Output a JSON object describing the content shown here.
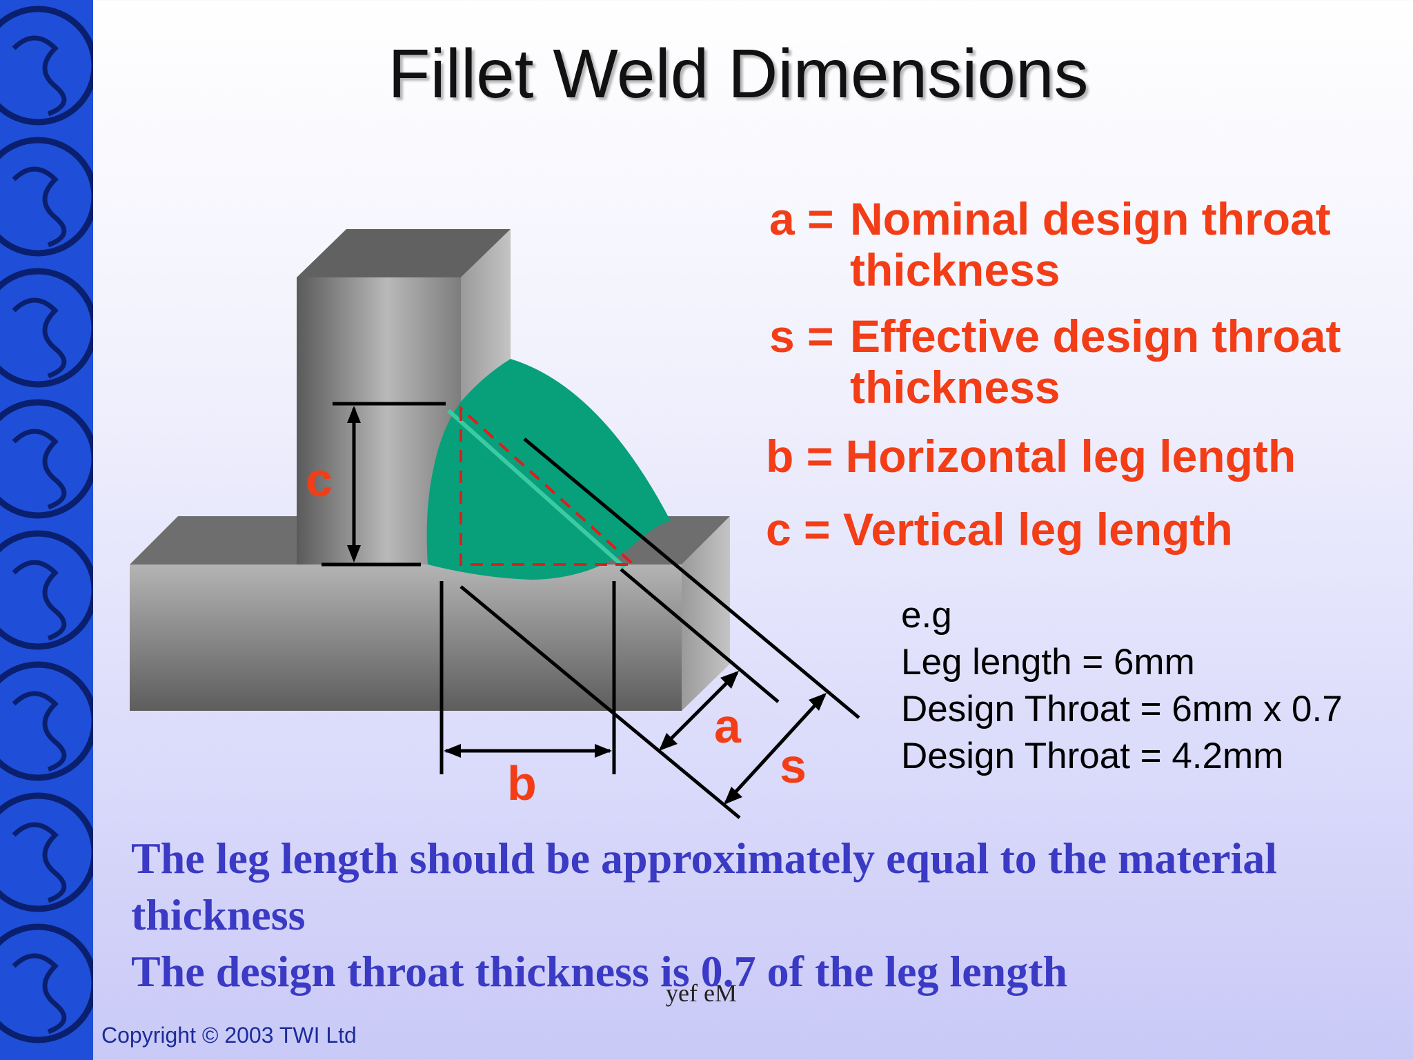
{
  "slide": {
    "title": "Fillet Weld Dimensions",
    "definitions": [
      {
        "key": "a =",
        "line1": "Nominal design throat",
        "line2": "thickness"
      },
      {
        "key": "s =",
        "line1": "Effective design throat",
        "line2": "thickness"
      },
      {
        "key": "b =",
        "line1": "Horizontal leg length",
        "line2": ""
      },
      {
        "key": "c =",
        "line1": "Vertical leg length",
        "line2": ""
      }
    ],
    "diagram_labels": {
      "a": "a",
      "s": "s",
      "b": "b",
      "c": "c"
    },
    "example": {
      "heading": "e.g",
      "lines": [
        "Leg length = 6mm",
        "Design Throat = 6mm x 0.7",
        "Design Throat = 4.2mm"
      ]
    },
    "notes": [
      "The leg length should be approximately equal to the material",
      "thickness",
      "The design throat thickness is 0.7 of the leg length"
    ],
    "footer_mark": "yef eM",
    "copyright": "Copyright © 2003 TWI Ltd"
  },
  "colors": {
    "accent_red": "#f23d17",
    "note_blue": "#3a3ac4",
    "weld_green": "#07a07a",
    "sidebar_blue": "#1f4fd8"
  }
}
